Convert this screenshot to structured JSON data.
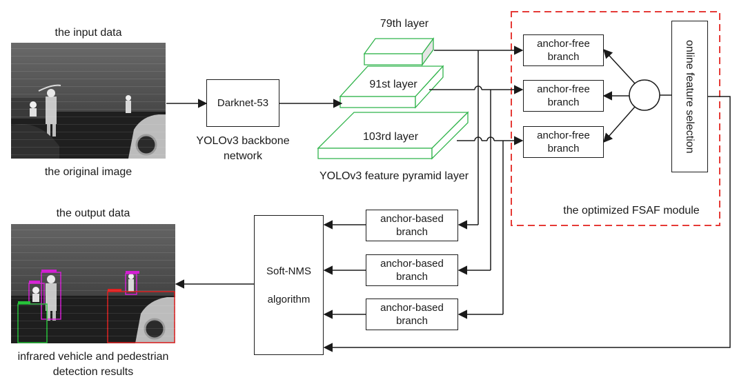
{
  "input": {
    "top_label": "the input data",
    "bottom_label": "the original image"
  },
  "output": {
    "top_label": "the output data",
    "bottom_label_1": "infrared vehicle and pedestrian",
    "bottom_label_2": "detection results"
  },
  "backbone": {
    "box_label": "Darknet-53",
    "caption_1": "YOLOv3 backbone",
    "caption_2": "network"
  },
  "pyramid": {
    "layers": [
      "79th layer",
      "91st layer",
      "103rd layer"
    ],
    "caption": "YOLOv3 feature pyramid layer",
    "color": "#2fb34a"
  },
  "fsaf": {
    "branch_line1": "anchor-free",
    "branch_line2": "branch",
    "selector_label": "online feature selection",
    "caption": "the optimized FSAF module",
    "border_color": "#e53935"
  },
  "anchor_based": {
    "line1": "anchor-based",
    "line2": "branch"
  },
  "nms": {
    "line1": "Soft-NMS",
    "line2": "algorithm"
  },
  "detection_colors": {
    "person": "#d21fd2",
    "vehicle": "#e02020",
    "other": "#27c23a"
  }
}
